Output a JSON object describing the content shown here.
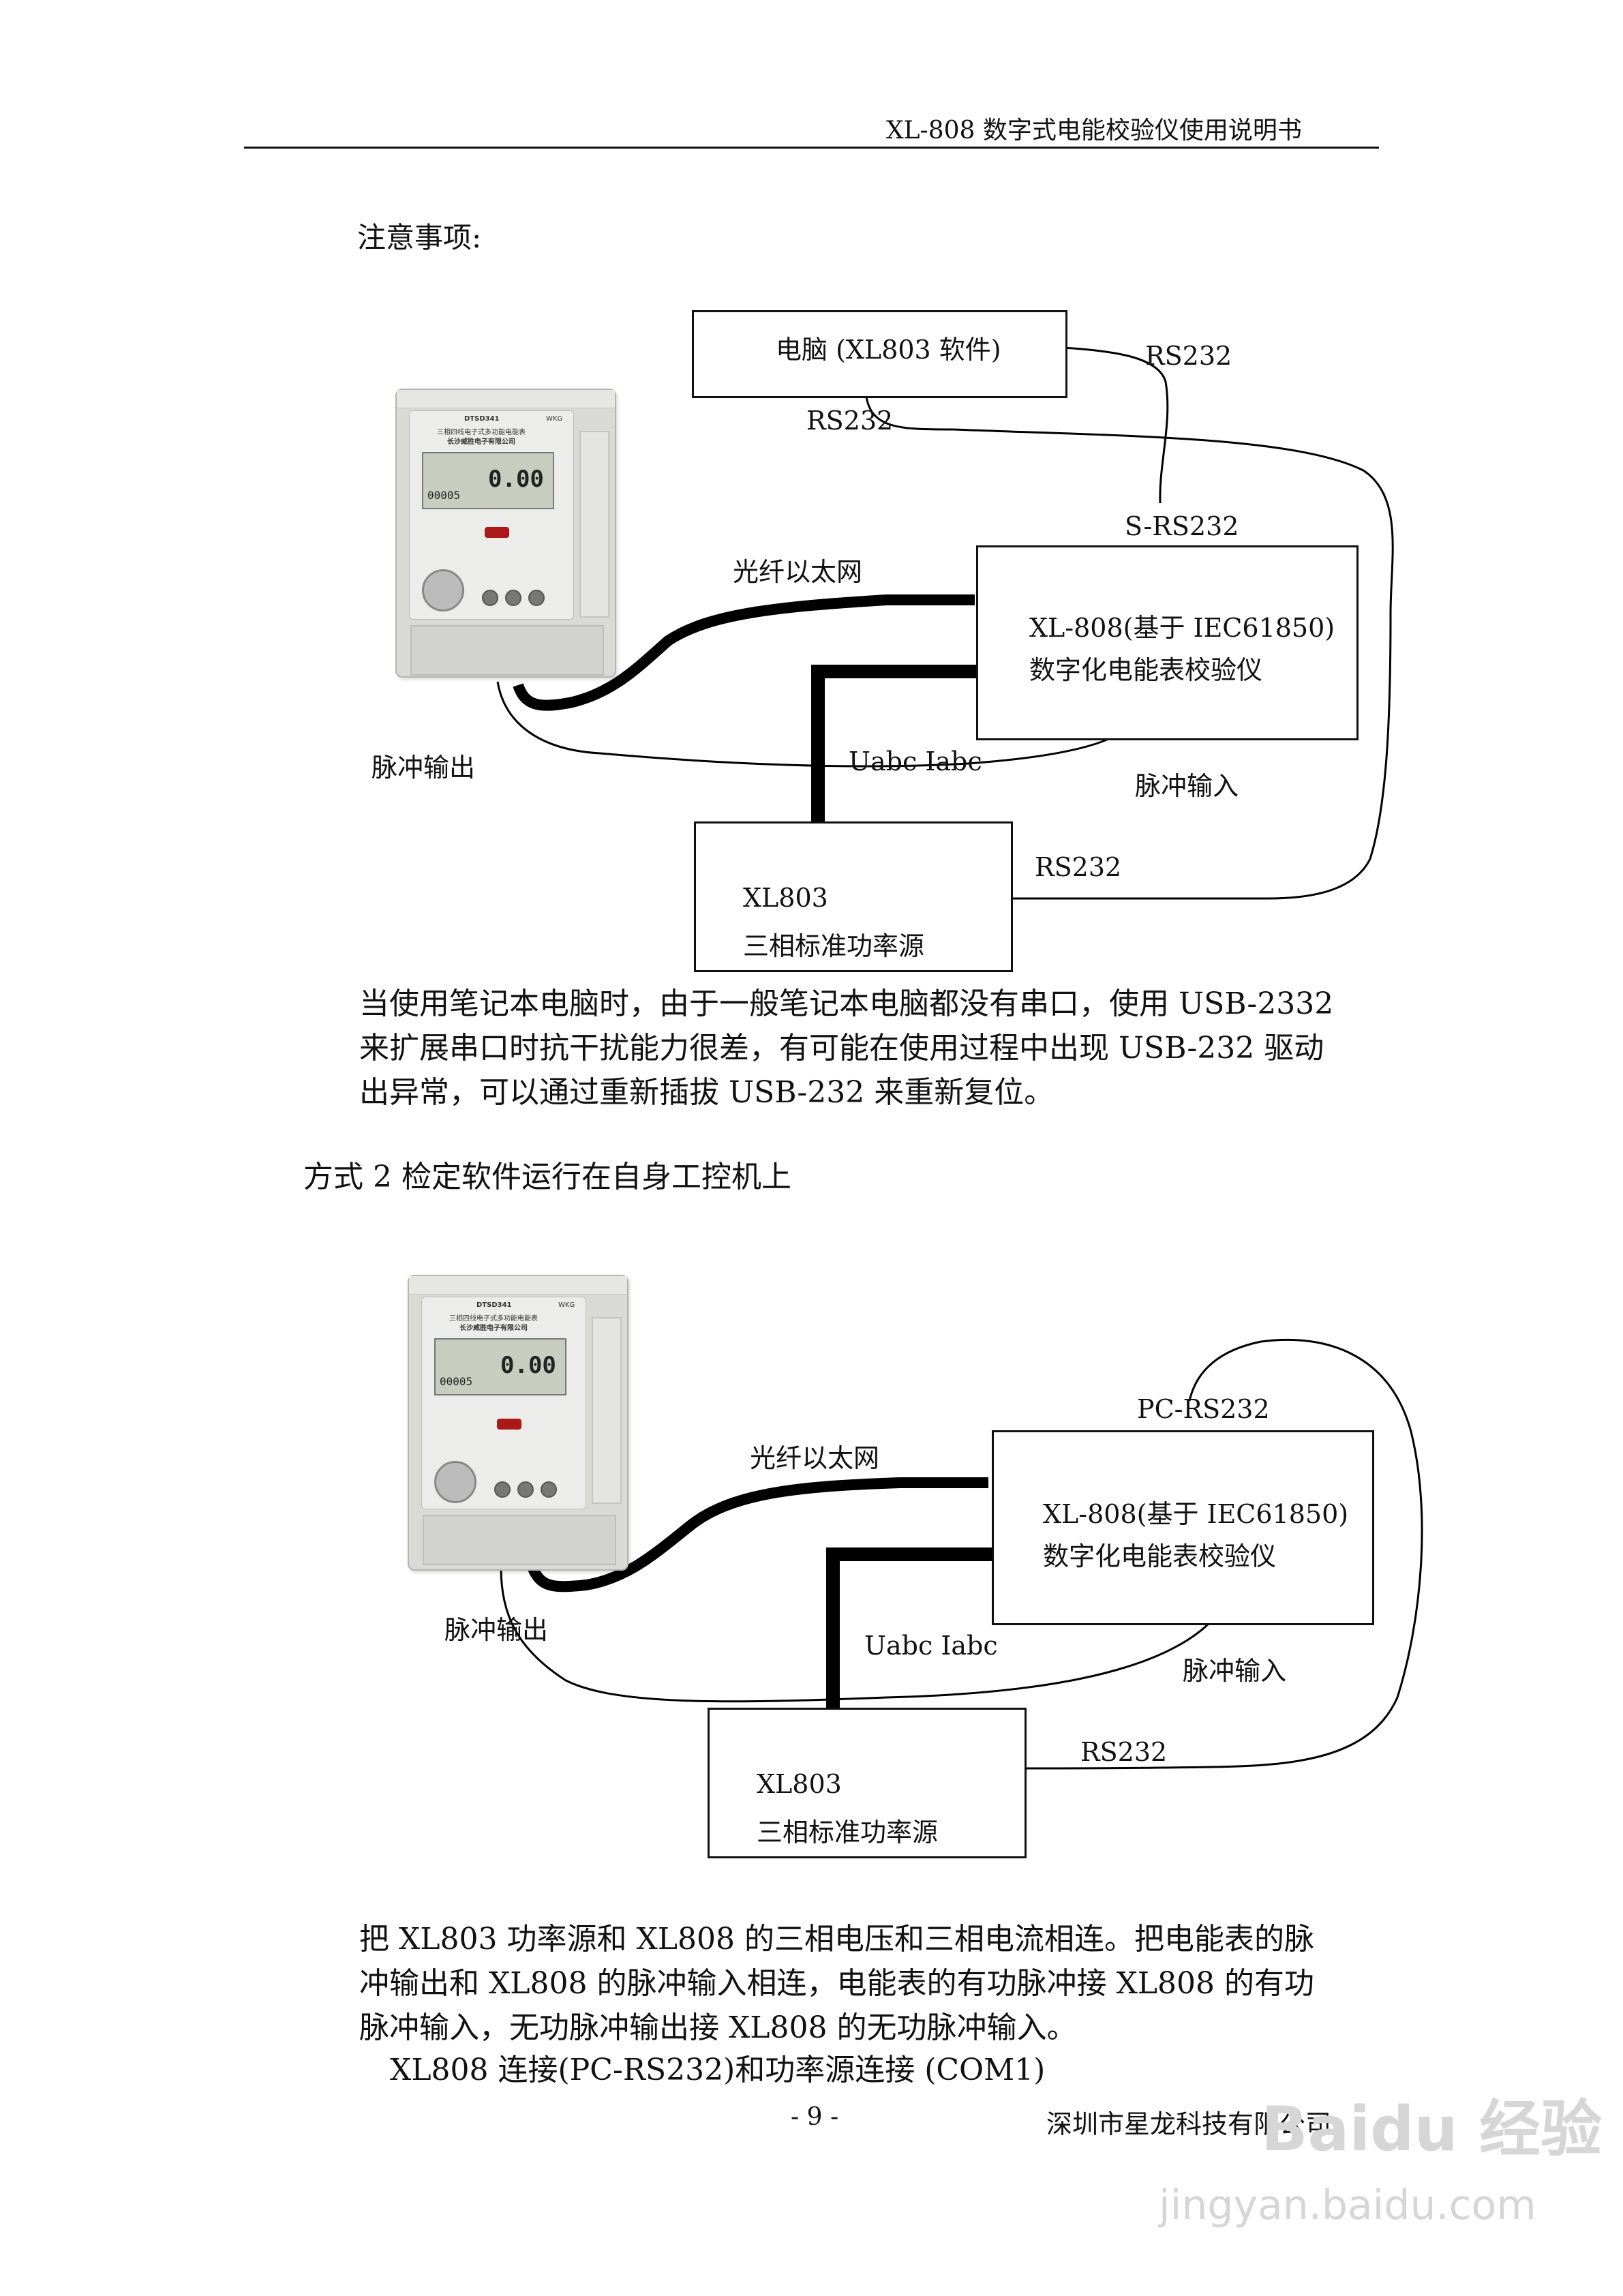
{
  "header": {
    "title": "XL-808 数字式电能校验仪使用说明书"
  },
  "note_heading": "注意事项:",
  "diagram1": {
    "pc_box": "电脑 (XL803 软件)",
    "rs232_top": "RS232",
    "rs232_pc": "RS232",
    "s_rs232": "S-RS232",
    "fiber": "光纤以太网",
    "xl808_line1": "XL-808(基于 IEC61850)",
    "xl808_line2": "数字化电能表校验仪",
    "pulse_out": "脉冲输出",
    "uabc": "Uabc Iabc",
    "pulse_in": "脉冲输入",
    "rs232_src": "RS232",
    "xl803_line1": "XL803",
    "xl803_line2": "三相标准功率源"
  },
  "paragraph1": [
    "当使用笔记本电脑时，由于一般笔记本电脑都没有串口，使用 USB-2332",
    "来扩展串口时抗干扰能力很差，有可能在使用过程中出现 USB-232 驱动",
    "出异常，可以通过重新插拔 USB-232 来重新复位。"
  ],
  "method2_heading": "方式 2 检定软件运行在自身工控机上",
  "diagram2": {
    "pc_rs232": "PC-RS232",
    "fiber": "光纤以太网",
    "xl808_line1": "XL-808(基于 IEC61850)",
    "xl808_line2": "数字化电能表校验仪",
    "pulse_out": "脉冲输出",
    "uabc": "Uabc Iabc",
    "pulse_in": "脉冲输入",
    "rs232_src": "RS232",
    "xl803_line1": "XL803",
    "xl803_line2": "三相标准功率源"
  },
  "meter": {
    "model": "DTSD341",
    "brand_mark": "WKG",
    "name_line": "三相四线电子式多功能电能表",
    "company_line": "长沙威胜电子有限公司",
    "reading": "0.00",
    "counter": "00005"
  },
  "paragraph2": [
    "把 XL803 功率源和 XL808 的三相电压和三相电流相连。把电能表的脉",
    "冲输出和 XL808 的脉冲输入相连，电能表的有功脉冲接 XL808 的有功",
    "脉冲输入，无功脉冲输出接 XL808 的无功脉冲输入。"
  ],
  "paragraph3": "XL808 连接(PC-RS232)和功率源连接 (COM1)",
  "footer": {
    "page": "- 9 -",
    "company": "深圳市星龙科技有限公司"
  },
  "watermark": {
    "logo": "Baidu 经验",
    "url": "jingyan.baidu.com"
  }
}
